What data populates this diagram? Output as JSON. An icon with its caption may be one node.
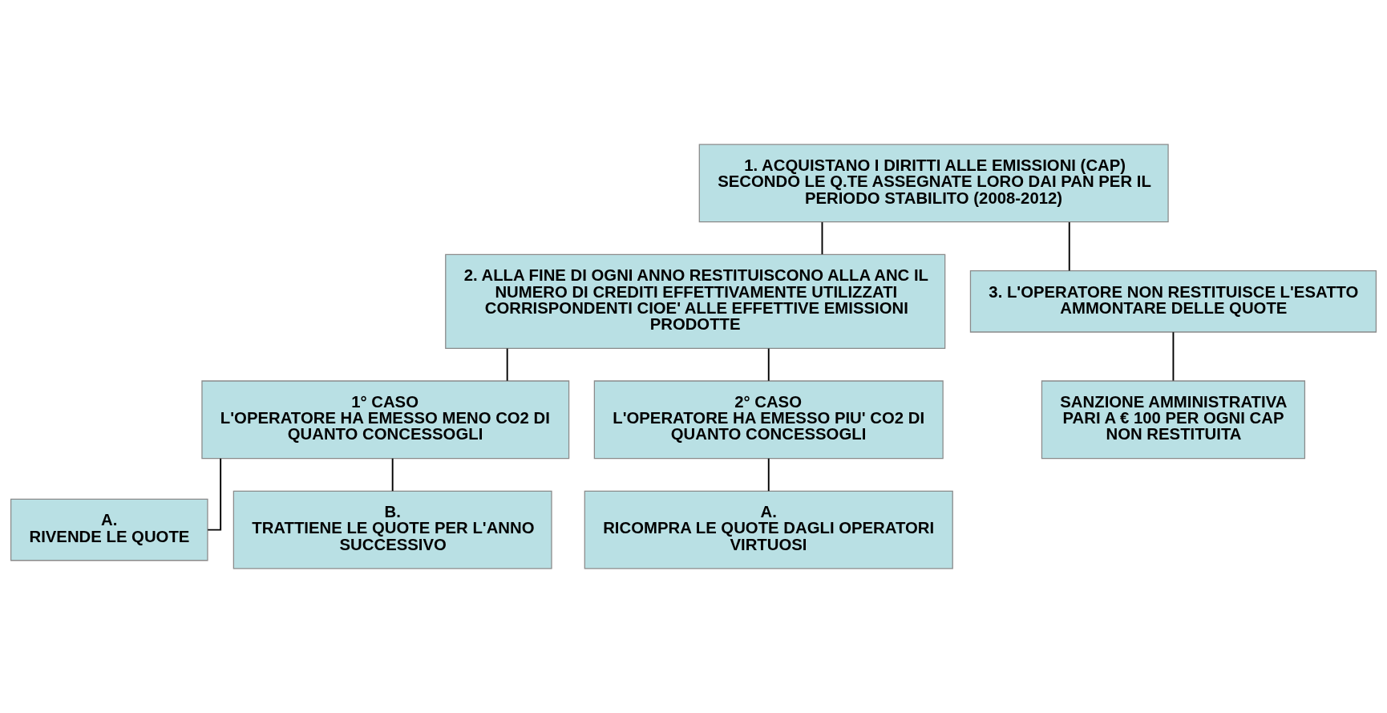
{
  "diagram": {
    "nodes": [
      {
        "text": [
          "1. ACQUISTANO I DIRITTI ALLE EMISSIONI (CAP) SECONDO LE Q.TE ASSEGNATE LORO DAI PAN PER IL PERIODO STABILITO (2008-2012)"
        ]
      },
      {
        "text": [
          "2. ALLA FINE DI OGNI ANNO RESTITUISCONO ALLA ANC IL NUMERO DI CREDITI EFFETTIVAMENTE UTILIZZATI CORRISPONDENTI CIOE' ALLE EFFETTIVE EMISSIONI PRODOTTE"
        ]
      },
      {
        "text": [
          "3. L'OPERATORE NON RESTITUISCE L'ESATTO AMMONTARE DELLE QUOTE"
        ]
      },
      {
        "text": [
          "1° CASO",
          "L'OPERATORE HA EMESSO MENO CO2 DI QUANTO CONCESSOGLI"
        ]
      },
      {
        "text": [
          "2° CASO",
          "L'OPERATORE HA EMESSO PIU' CO2 DI QUANTO CONCESSOGLI"
        ]
      },
      {
        "text": [
          "SANZIONE AMMINISTRATIVA PARI A € 100 PER OGNI CAP NON RESTITUITA"
        ]
      },
      {
        "text": [
          "A.",
          "RIVENDE LE QUOTE"
        ]
      },
      {
        "text": [
          "B.",
          "TRATTIENE LE QUOTE PER L'ANNO SUCCESSIVO"
        ]
      },
      {
        "text": [
          "A.",
          "RICOMPRA LE QUOTE DAGLI OPERATORI VIRTUOSI"
        ]
      }
    ],
    "edges": [
      {
        "from": 0,
        "to": 1,
        "arrow": "none"
      },
      {
        "from": 0,
        "to": 2,
        "arrow": "none"
      },
      {
        "from": 1,
        "to": 3,
        "arrow": "none"
      },
      {
        "from": 1,
        "to": 4,
        "arrow": "none"
      },
      {
        "from": 2,
        "to": 5,
        "arrow": "none"
      },
      {
        "from": 3,
        "to": 6,
        "arrow": "none"
      },
      {
        "from": 3,
        "to": 7,
        "arrow": "none"
      },
      {
        "from": 4,
        "to": 8,
        "arrow": "none"
      }
    ]
  }
}
